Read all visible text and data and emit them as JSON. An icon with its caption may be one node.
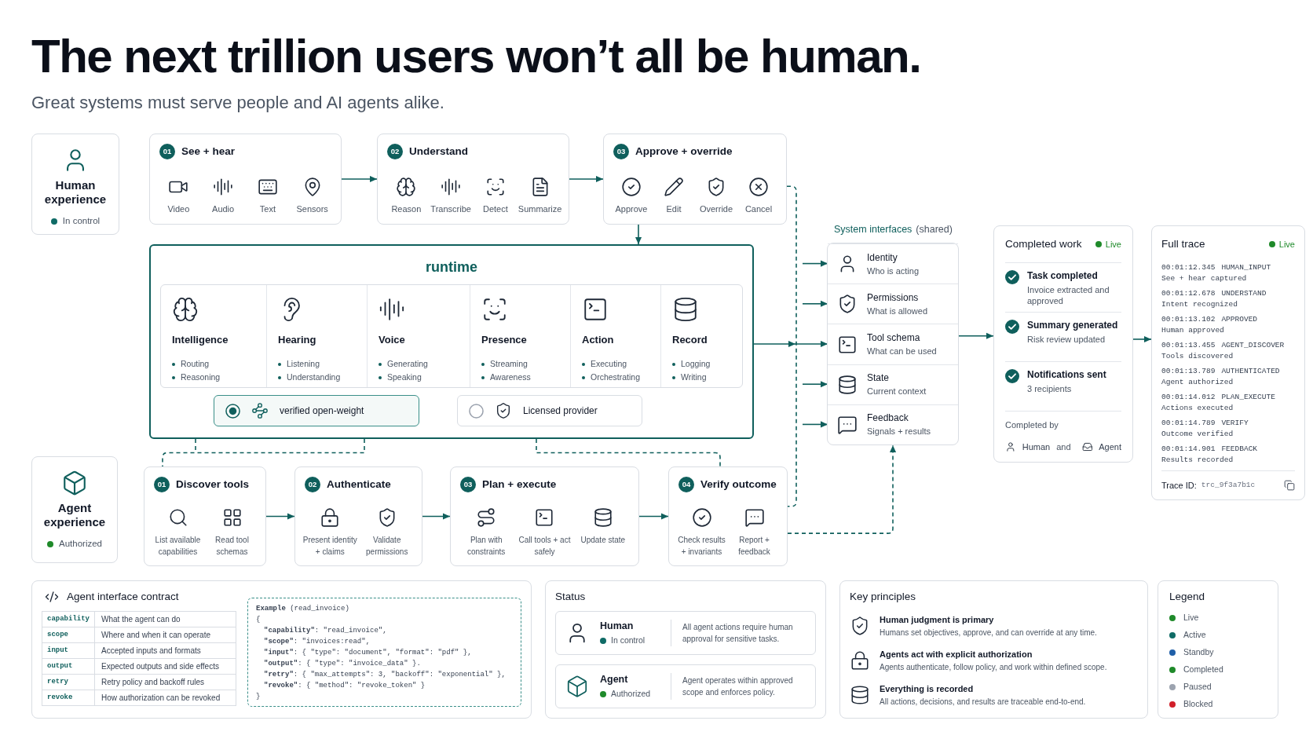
{
  "diagram": {
    "title": "The next trillion users won’t all be human.",
    "nodes": [
      {
        "text": [
          "Human experience",
          "In control"
        ]
      },
      {
        "text": [
          "01",
          "See + hear",
          "Video",
          "Audio",
          "Text",
          "Sensors"
        ]
      },
      {
        "text": [
          "02",
          "Understand",
          "Reason",
          "Transcribe",
          "Detect",
          "Summarize"
        ]
      },
      {
        "text": [
          "03",
          "Approve + override",
          "Approve",
          "Edit",
          "Override",
          "Cancel"
        ]
      },
      {
        "text": [
          "runtime"
        ]
      },
      {
        "text": [
          "Intelligence",
          "Routing",
          "Reasoning"
        ],
        "in": 4
      },
      {
        "text": [
          "Hearing",
          "Listening",
          "Understanding"
        ],
        "in": 4
      },
      {
        "text": [
          "Voice",
          "Generating",
          "Speaking"
        ],
        "in": 4
      },
      {
        "text": [
          "Presence",
          "Streaming",
          "Awareness"
        ],
        "in": 4
      },
      {
        "text": [
          "Action",
          "Executing",
          "Orchestrating"
        ],
        "in": 4
      },
      {
        "text": [
          "Record",
          "Logging",
          "Writing"
        ],
        "in": 4
      },
      {
        "text": [
          "verified open-weight"
        ],
        "in": 4
      },
      {
        "text": [
          "Licensed provider"
        ],
        "in": 4
      },
      {
        "text": [
          "Agent experience",
          "Authorized"
        ]
      },
      {
        "text": [
          "01",
          "Discover tools",
          "List available capabilities",
          "Read tool schemas"
        ]
      },
      {
        "text": [
          "02",
          "Authenticate",
          "Present identity + claims",
          "Validate permissions"
        ]
      },
      {
        "text": [
          "03",
          "Plan + execute",
          "Plan with constraints",
          "Call tools + act safely",
          "Update state"
        ]
      },
      {
        "text": [
          "04",
          "Verify outcome",
          "Check results + invariants",
          "Report + feedback"
        ]
      },
      {
        "text": [
          "System interfaces",
          "(shared)"
        ]
      },
      {
        "text": [
          "Identity",
          "Who is acting"
        ],
        "in": 18
      },
      {
        "text": [
          "Permissions",
          "What is allowed"
        ],
        "in": 18
      },
      {
        "text": [
          "Tool schema",
          "What can be used"
        ],
        "in": 18
      },
      {
        "text": [
          "State",
          "Current context"
        ],
        "in": 18
      },
      {
        "text": [
          "Feedback",
          "Signals + results"
        ],
        "in": 18
      },
      {
        "text": [
          "Completed work",
          "Live",
          "Task completed",
          "Invoice extracted and approved",
          "Summary generated",
          "Risk review updated",
          "Notifications sent",
          "3 recipients",
          "Completed by",
          "Human",
          "and",
          "Agent"
        ]
      },
      {
        "text": [
          "Full trace",
          "Live",
          "00:01:12.345",
          "HUMAN_INPUT",
          "See + hear captured",
          "00:01:12.678",
          "UNDERSTAND",
          "Intent recognized",
          "00:01:13.102",
          "APPROVED",
          "Human approved",
          "00:01:13.455",
          "AGENT_DISCOVER",
          "Tools discovered",
          "00:01:13.789",
          "AUTHENTICATED",
          "Agent authorized",
          "00:01:14.012",
          "PLAN_EXECUTE",
          "Actions executed",
          "00:01:14.789",
          "VERIFY",
          "Outcome verified",
          "00:01:14.901",
          "FEEDBACK",
          "Results recorded",
          "Trace ID:",
          "trc_9f3a7b1c"
        ]
      },
      {
        "text": [
          "Agent interface contract",
          "capability",
          "What the agent can do",
          "scope",
          "Where and when it can operate",
          "input",
          "Accepted inputs and formats",
          "output",
          "Expected outputs and side effects",
          "retry",
          "Retry policy and backoff rules",
          "revoke",
          "How authorization can be revoked"
        ]
      },
      {
        "text": [
          "**Example** (read_invoice)",
          "{",
          "**\"capability\"**: \"read_invoice\",",
          "**\"scope\"**: \"invoices:read\",",
          "**\"input\"**: { \"type\": \"document\", \"format\": \"pdf\" },",
          "**\"output\"**: { \"type\": \"invoice_data\" }.",
          "**\"retry\"**: { \"max_attempts\": 3, \"backoff\": \"exponential\" },",
          "**\"revoke\"**: { \"method\": \"revoke_token\" }",
          "}"
        ],
        "in": 26
      },
      {
        "text": [
          "Status"
        ]
      },
      {
        "text": [
          "Human",
          "In control",
          "All agent actions require human approval for sensitive tasks."
        ],
        "in": 28
      },
      {
        "text": [
          "Agent",
          "Authorized",
          "Agent operates within approved scope and enforces policy."
        ],
        "in": 28
      },
      {
        "text": [
          "Key principles",
          "Human judgment is primary",
          "Humans set objectives, approve, and can override at any time.",
          "Agents act with explicit authorization",
          "Agents authenticate, follow policy, and work within defined scope.",
          "Everything is recorded",
          "All actions, decisions, and results are traceable end-to-end."
        ]
      },
      {
        "text": [
          "Legend"
        ]
      }
    ],
    "edges": [
      {
        "from": 1,
        "to": 2,
        "arrow": "to"
      },
      {
        "from": 2,
        "to": 3,
        "arrow": "to"
      },
      {
        "from": 3,
        "to": 4,
        "arrow": "to"
      },
      {
        "from": 4,
        "to": 21,
        "arrow": "to"
      },
      {
        "from": null,
        "to": 19,
        "arrow": "to"
      },
      {
        "from": null,
        "to": 20,
        "arrow": "to"
      },
      {
        "from": null,
        "to": 22,
        "arrow": "to"
      },
      {
        "from": null,
        "to": 23,
        "arrow": "to"
      },
      {
        "from": 3,
        "to": 17,
        "arrow": "none",
        "style": "dashed"
      },
      {
        "from": 17,
        "to": 18,
        "arrow": "to",
        "style": "dashed"
      },
      {
        "from": 4,
        "to": 14,
        "arrow": "none",
        "style": "dashed"
      },
      {
        "from": 4,
        "to": 17,
        "arrow": "none",
        "style": "dashed"
      },
      {
        "from": 14,
        "to": 15,
        "arrow": "to"
      },
      {
        "from": 15,
        "to": 16,
        "arrow": "to"
      },
      {
        "from": 16,
        "to": 17,
        "arrow": "to"
      },
      {
        "from": 18,
        "to": 24,
        "arrow": "to"
      },
      {
        "from": 24,
        "to": 25,
        "arrow": "to"
      }
    ],
    "labels": [
      "Great systems must serve people and AI agents alike."
    ],
    "legend": [
      {
        "text": "Live",
        "color": "#1f8a2a"
      },
      {
        "text": "Active",
        "color": "#0f6b66"
      },
      {
        "text": "Standby",
        "color": "#1f5fa8"
      },
      {
        "text": "Completed",
        "color": "#1f8a2a"
      },
      {
        "text": "Paused",
        "color": "#9ca3af"
      },
      {
        "text": "Blocked",
        "color": "#d11f2a"
      }
    ]
  }
}
